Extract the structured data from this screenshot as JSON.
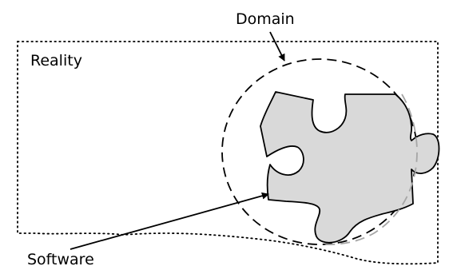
{
  "labels": {
    "domain": "Domain",
    "reality": "Reality",
    "software": "Software"
  },
  "colors": {
    "piece_fill": "#d9d9d9",
    "stroke": "#000000",
    "hidden_edge": "#a6a6a6"
  }
}
